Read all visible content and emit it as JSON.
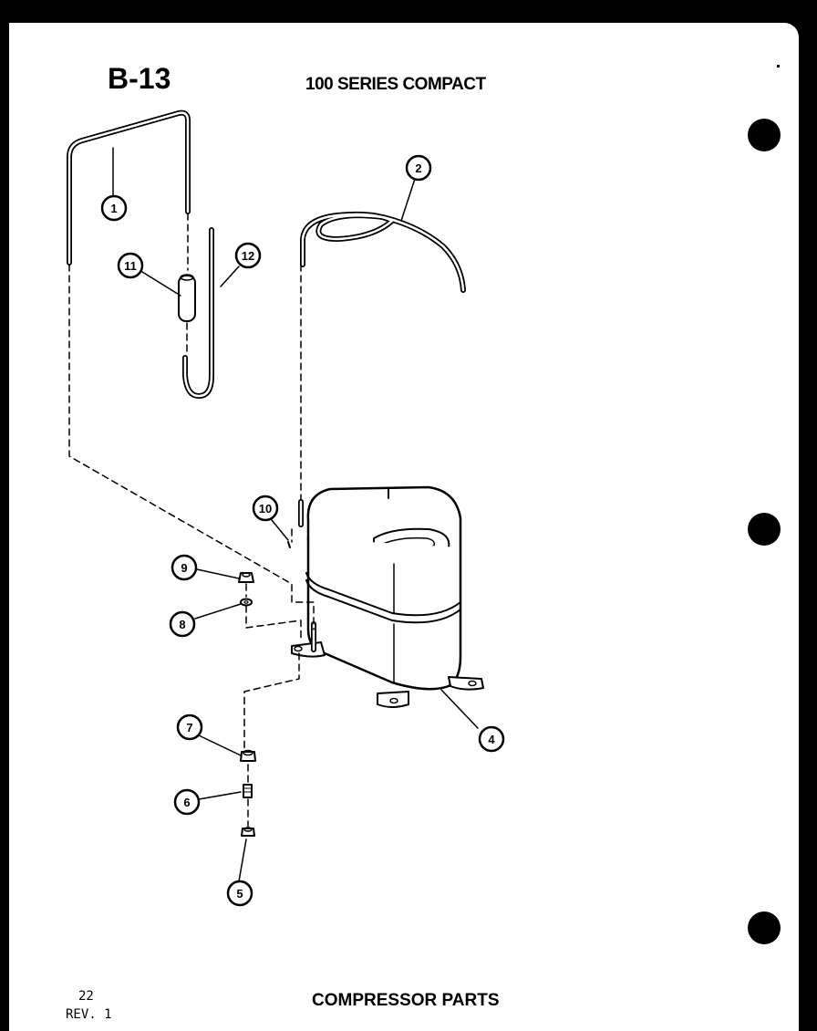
{
  "header": {
    "page_code": "B-13",
    "series_title": "100 SERIES COMPACT"
  },
  "footer": {
    "page_number": "22",
    "revision": "REV. 1",
    "caption": "COMPRESSOR PARTS"
  },
  "callouts": {
    "c1": "1",
    "c2": "2",
    "c4": "4",
    "c5": "5",
    "c6": "6",
    "c7": "7",
    "c8": "8",
    "c9": "9",
    "c10": "10",
    "c11": "11",
    "c12": "12"
  },
  "colors": {
    "background": "#000000",
    "paper": "#ffffff",
    "ink": "#000000"
  }
}
